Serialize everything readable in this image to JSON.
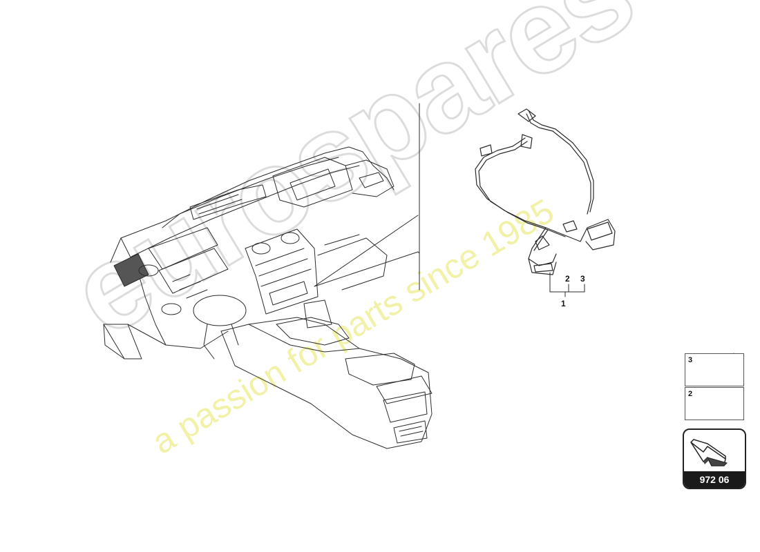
{
  "watermark": {
    "brand": "eurospares",
    "tagline": "a passion for parts since 1985"
  },
  "callouts": {
    "part_1": "1",
    "part_2": "2",
    "part_3": "3"
  },
  "legend": [
    {
      "number": "3",
      "icon": "cable-tie-clip-icon"
    },
    {
      "number": "2",
      "icon": "cable-tie-clip-icon"
    }
  ],
  "reference": {
    "code": "972 06",
    "icon": "arrow-pointer-icon"
  },
  "colors": {
    "line": "#2a2a2a",
    "watermark_outline": "#dcdcdc",
    "watermark_tagline": "#efef9a",
    "reference_band": "#1a1a1a"
  }
}
